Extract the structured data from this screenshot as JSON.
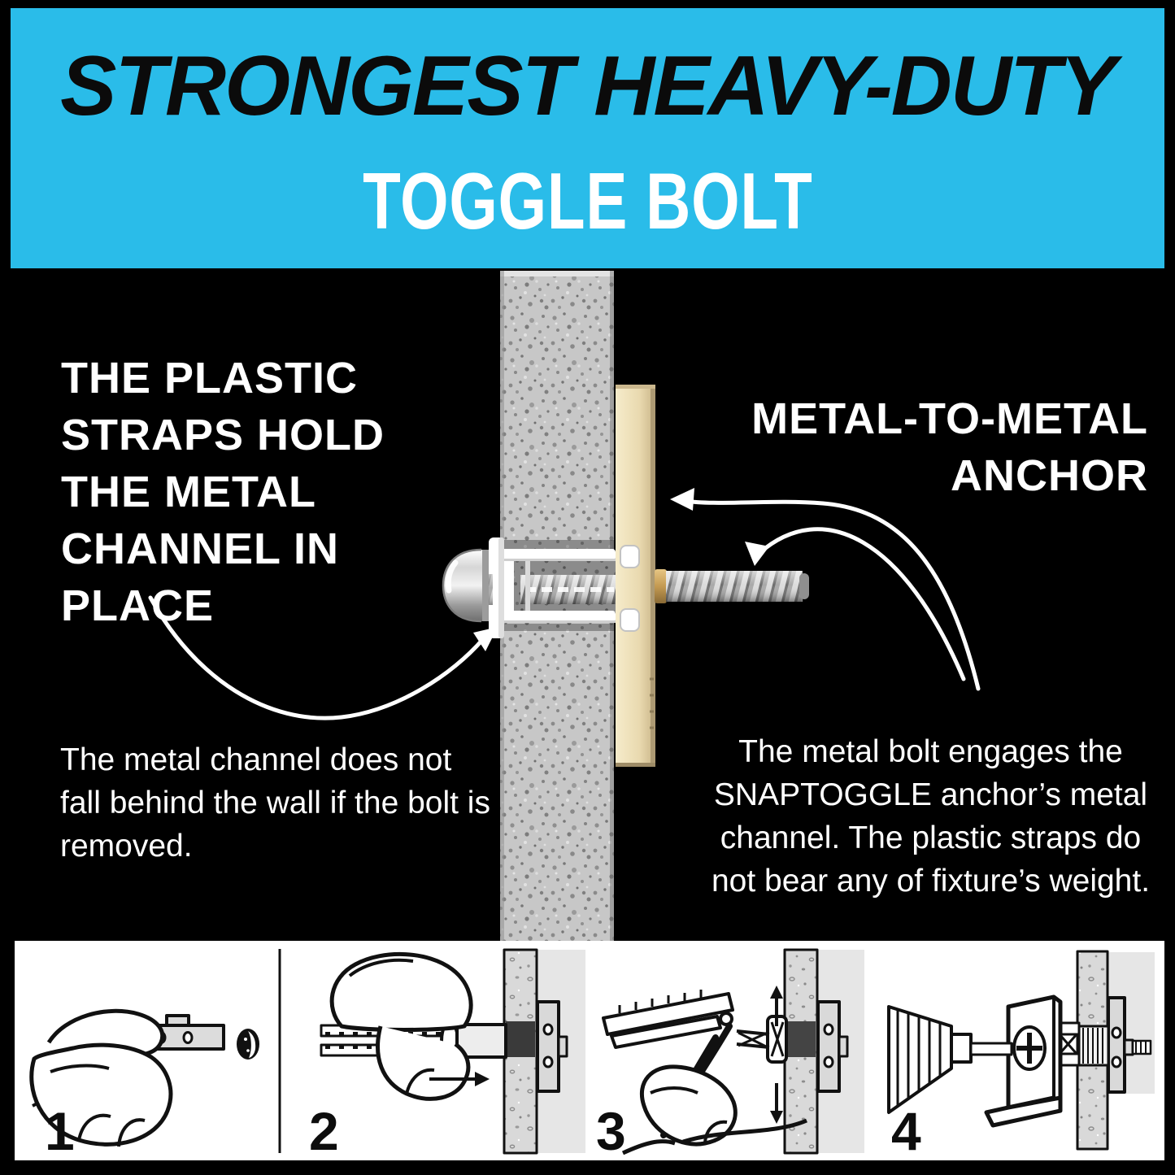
{
  "header": {
    "title_line1": "STRONGEST HEAVY-DUTY",
    "title_line2": "TOGGLE BOLT"
  },
  "callouts": {
    "left": {
      "heading": "THE PLASTIC\nSTRAPS HOLD\nTHE METAL\nCHANNEL IN\nPLACE",
      "body": "The metal channel does not\nfall behind the wall if the bolt is\nremoved."
    },
    "right": {
      "heading": "METAL-TO-METAL\nANCHOR",
      "body": "The metal bolt engages the\nSNAPTOGGLE anchor’s metal\nchannel. The plastic straps do\nnot bear any of fixture’s weight."
    }
  },
  "diagram": {
    "parts": [
      "wall cross-section",
      "plastic cap and straps",
      "metal channel",
      "metal bolt",
      "screw head"
    ]
  },
  "steps": [
    {
      "number": "1"
    },
    {
      "number": "2"
    },
    {
      "number": "3"
    },
    {
      "number": "4"
    }
  ],
  "colors": {
    "banner_cyan": "#2ABCE9",
    "background_black": "#000000",
    "text_white": "#FFFFFF",
    "wall_gray": "#C7C7C7",
    "channel_tan": "#EDDFB6",
    "brass": "#C49A52",
    "steps_background": "#FFFFFF",
    "line_art": "#111111"
  }
}
